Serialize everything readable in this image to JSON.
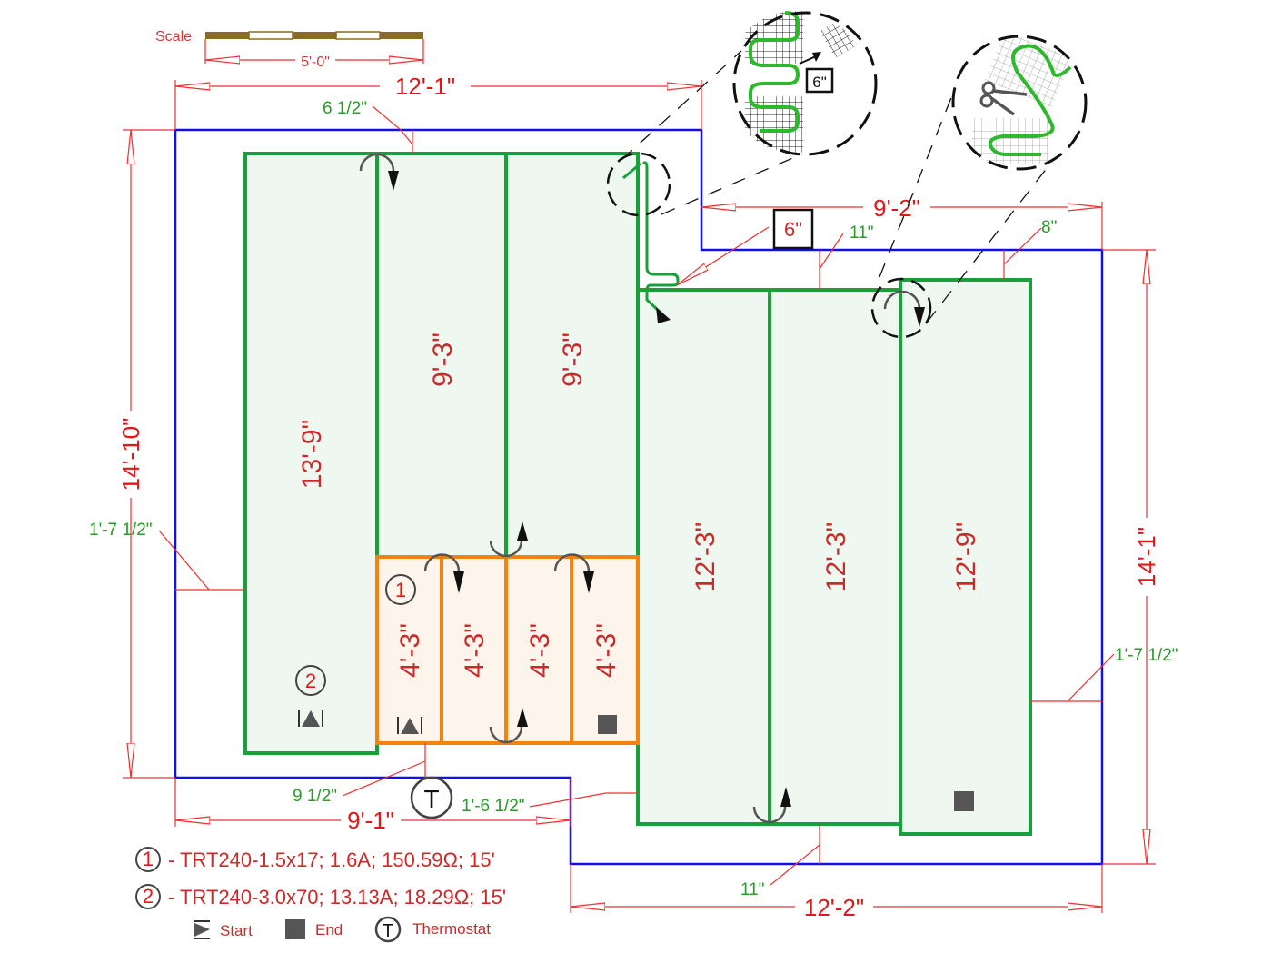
{
  "scale": {
    "label": "Scale",
    "length_label": "5'-0\""
  },
  "dimensions": {
    "top_width": "12'-1\"",
    "right_upper_width": "9'-2\"",
    "left_height": "14'-10\"",
    "right_height": "14'-1\"",
    "bottom_left_width": "9'-1\"",
    "bottom_right_width": "12'-2\""
  },
  "offsets": {
    "top_gap": "6 1/2\"",
    "left_gap": "1'-7 1/2\"",
    "right_gap": "1'-7 1/2\"",
    "bottom_left_gap": "9 1/2\"",
    "step_gap": "1'-6 1/2\"",
    "bottom_right_gap": "11\"",
    "mid_gap": "11\"",
    "right_top_gap": "8\"",
    "cable_jump": "6\""
  },
  "mat_runs": {
    "mat2": [
      "13'-9\"",
      "9'-3\"",
      "9'-3\"",
      "12'-3\"",
      "12'-3\"",
      "12'-9\""
    ],
    "mat1": [
      "4'-3\"",
      "4'-3\"",
      "4'-3\"",
      "4'-3\""
    ]
  },
  "mat_badges": {
    "mat1": "1",
    "mat2": "2"
  },
  "detail_callouts": {
    "jump_label": "6\"",
    "cut_icon": "scissors-icon"
  },
  "thermostat": {
    "symbol": "T"
  },
  "legend": {
    "items": [
      {
        "num": "1",
        "text": "- TRT240-1.5x17; 1.6A; 150.59Ω; 15'"
      },
      {
        "num": "2",
        "text": "- TRT240-3.0x70; 13.13A; 18.29Ω; 15'"
      }
    ],
    "keys": {
      "start": "Start",
      "end": "End",
      "thermostat": "Thermostat",
      "thermostat_symbol": "T"
    }
  },
  "colors": {
    "room_outline": "#1010ee",
    "mat2_stroke": "#19a03a",
    "mat1_stroke": "#f5820f",
    "dimension": "#ee3030",
    "offset_text": "#2a9a2a"
  }
}
